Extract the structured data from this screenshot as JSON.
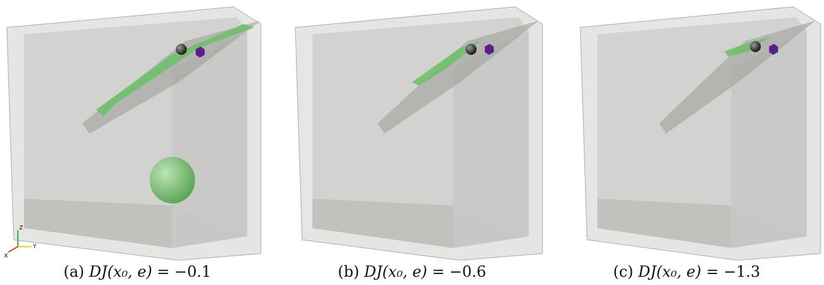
{
  "panels": [
    {
      "prefix": "(a)",
      "lhs": "DJ(x₀, e)",
      "eq": "=",
      "value": "−0.1"
    },
    {
      "prefix": "(b)",
      "lhs": "DJ(x₀, e)",
      "eq": "=",
      "value": "−0.6"
    },
    {
      "prefix": "(c)",
      "lhs": "DJ(x₀, e)",
      "eq": "=",
      "value": "−1.3"
    }
  ],
  "axes": {
    "x": "X",
    "y": "Y",
    "z": "Z"
  },
  "colors": {
    "box_fill": "#d9d9d6",
    "box_edge": "#a9a9a6",
    "plane_fill": "#9a9a98",
    "green_region": "#6fbf6a",
    "sphere_dark": "#2a2a2a",
    "cube_purple": "#5a1f8a",
    "axis_x": "#c0392b",
    "axis_y": "#e8c21a",
    "axis_z": "#2e9e2e"
  }
}
